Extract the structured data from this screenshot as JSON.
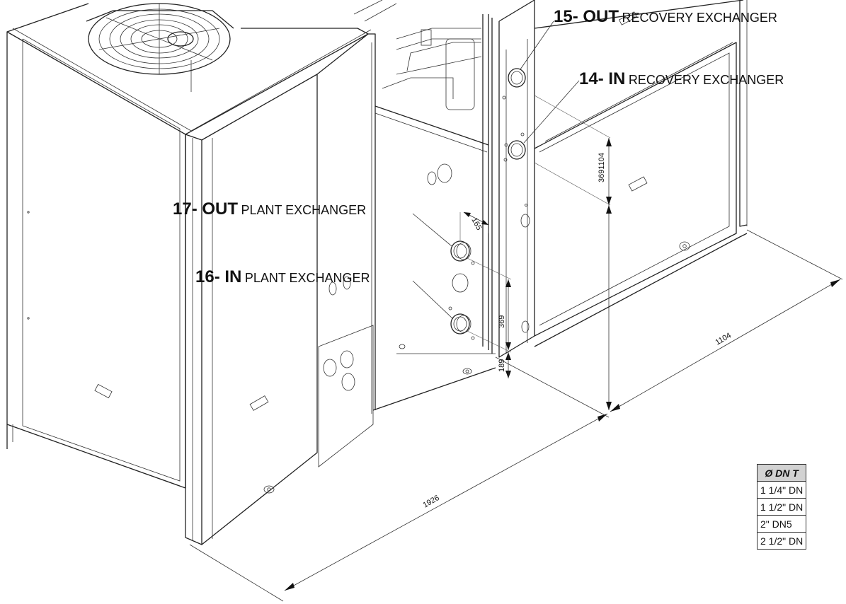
{
  "callouts": [
    {
      "id": "c15",
      "number": "15- OUT",
      "text": "RECOVERY EXCHANGER"
    },
    {
      "id": "c14",
      "number": "14- IN",
      "text": "RECOVERY EXCHANGER"
    },
    {
      "id": "c17",
      "number": "17- OUT",
      "text": "PLANT EXCHANGER"
    },
    {
      "id": "c16",
      "number": "16- IN",
      "text": "PLANT EXCHANGER"
    }
  ],
  "dimensions": {
    "d1926": "1926",
    "d1104": "1104",
    "d165": "165",
    "d369": "369",
    "d189": "189",
    "d3691104": "3691104"
  },
  "table": {
    "header": "Ø DN T",
    "rows": [
      "1 1/4\" DN",
      "1 1/2\" DN",
      "2\" DN5",
      "2 1/2\" DN"
    ]
  }
}
